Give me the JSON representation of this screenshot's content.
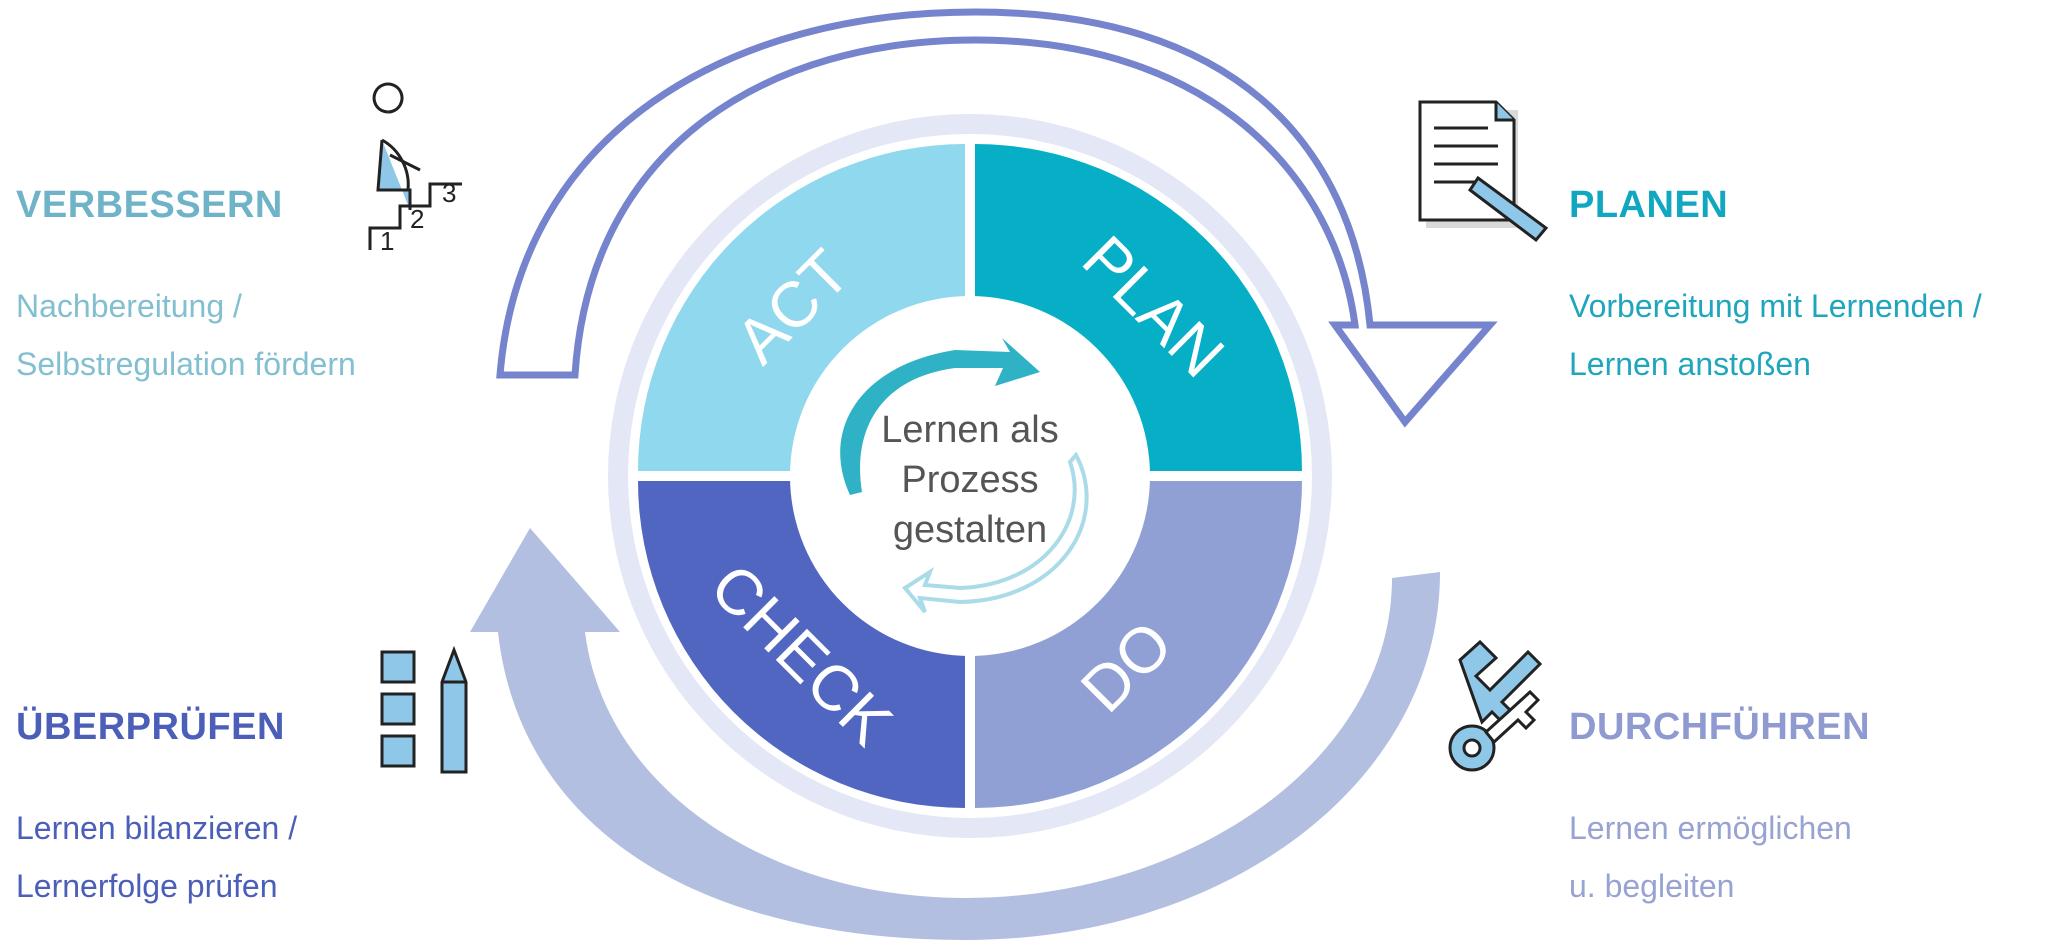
{
  "cycle": {
    "center_lines": [
      "Lernen als",
      "Prozess",
      "gestalten"
    ],
    "quadrants": [
      {
        "id": "act",
        "label": "ACT"
      },
      {
        "id": "plan",
        "label": "PLAN"
      },
      {
        "id": "do",
        "label": "DO"
      },
      {
        "id": "check",
        "label": "CHECK"
      }
    ]
  },
  "phases": {
    "verbessern": {
      "title": "VERBESSERN",
      "lines": [
        "Nachbereitung /",
        "Selbstregulation fördern"
      ],
      "icon": "staircase-figure-icon",
      "step_numbers": [
        "1",
        "2",
        "3"
      ]
    },
    "planen": {
      "title": "PLANEN",
      "lines": [
        "Vorbereitung mit Lernenden /",
        "Lernen anstoßen"
      ],
      "icon": "document-pen-icon"
    },
    "ueberpruefen": {
      "title": "ÜBERPRÜFEN",
      "lines": [
        "Lernen bilanzieren /",
        "Lernerfolge prüfen"
      ],
      "icon": "checklist-pencil-icon"
    },
    "durchfuehren": {
      "title": "DURCHFÜHREN",
      "lines": [
        "Lernen ermöglichen",
        "u. begleiten"
      ],
      "icon": "keys-icon"
    }
  },
  "colors": {
    "act": "#8fd8ee",
    "plan": "#06afc6",
    "do": "#90a0d4",
    "check": "#5066c0",
    "ring": "#e4e7f5",
    "top_arrow": "#7584cd",
    "bottom_arrow": "#b3bfe1"
  }
}
